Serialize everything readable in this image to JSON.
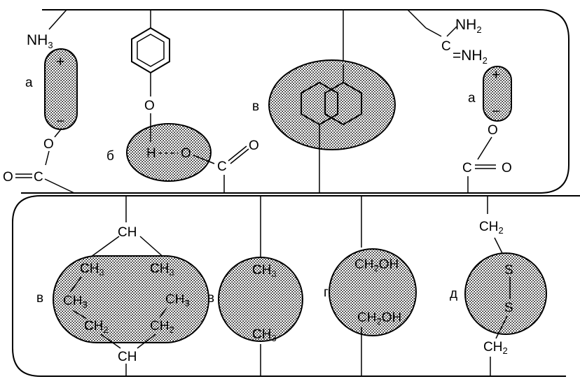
{
  "labels": {
    "nh3": "NH",
    "nh3_sub": "3",
    "nh2_top": "NH",
    "nh2_top_sub": "2",
    "nh2_bottom": "=NH",
    "nh2_bottom_sub": "2",
    "c_guan": "C",
    "plus": "+",
    "minus": "−",
    "o_ester_left": "O",
    "o_carbonyl_left": "O",
    "c_left": "C",
    "o_tyr": "O",
    "h_bond_h": "H",
    "h_bond_o": "O",
    "c_mid": "C",
    "o_mid": "O",
    "o_ester_right": "O",
    "c_right": "C",
    "o_right": "O",
    "ch_top": "CH",
    "ch_bottom": "CH",
    "ch3": "CH",
    "ch3_sub": "3",
    "ch2": "CH",
    "ch2_sub": "2",
    "ch2oh_top": "CH",
    "ch2oh_top_sub": "2",
    "ch2oh_top_oh": "OH",
    "ch2oh_bottom": "CH",
    "ch2oh_bottom_sub": "2",
    "ch2oh_bottom_oh": "OH",
    "s_top": "S",
    "s_bottom": "S"
  },
  "tags": {
    "a_left": "а",
    "b": "б",
    "v_top": "в",
    "a_right": "а",
    "v_left": "в",
    "v_mid": "в",
    "g": "г",
    "d": "д"
  }
}
